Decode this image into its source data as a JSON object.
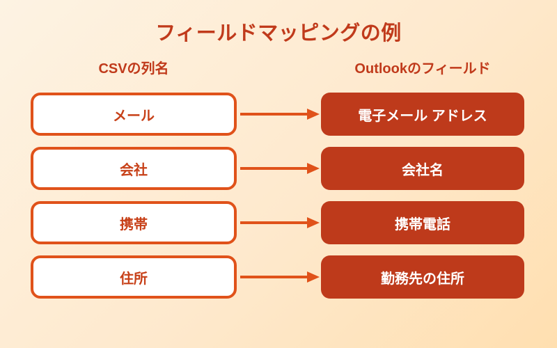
{
  "title": "フィールドマッピングの例",
  "columns": {
    "left_header": "CSVの列名",
    "right_header": "Outlookのフィールド"
  },
  "mappings": [
    {
      "csv": "メール",
      "outlook": "電子メール アドレス"
    },
    {
      "csv": "会社",
      "outlook": "会社名"
    },
    {
      "csv": "携帯",
      "outlook": "携帯電話"
    },
    {
      "csv": "住所",
      "outlook": "勤務先の住所"
    }
  ],
  "icons": {
    "arrow": "right-arrow"
  },
  "colors": {
    "background_gradient_start": "#FDF3E3",
    "background_gradient_end": "#FFDFB0",
    "accent_orange": "#E0521A",
    "heading_red": "#C03A1B",
    "csv_label_red": "#C74018",
    "outlook_box_fill": "#BE3A1B",
    "outlook_text": "#FFFFFF"
  }
}
